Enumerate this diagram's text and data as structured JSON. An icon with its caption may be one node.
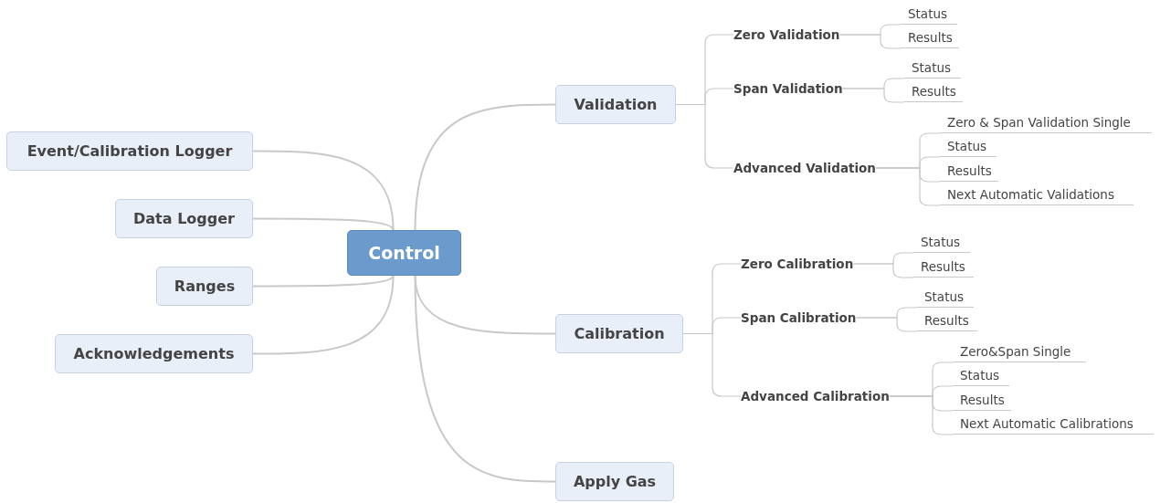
{
  "diagram": {
    "nodes": [
      {
        "text": [
          "Control"
        ]
      },
      {
        "text": [
          "Validation"
        ]
      },
      {
        "text": [
          "Zero Validation"
        ]
      },
      {
        "text": [
          "Status"
        ]
      },
      {
        "text": [
          "Results"
        ]
      },
      {
        "text": [
          "Span Validation"
        ]
      },
      {
        "text": [
          "Status"
        ]
      },
      {
        "text": [
          "Results"
        ]
      },
      {
        "text": [
          "Advanced Validation"
        ]
      },
      {
        "text": [
          "Zero & Span Validation Single"
        ]
      },
      {
        "text": [
          "Status"
        ]
      },
      {
        "text": [
          "Results"
        ]
      },
      {
        "text": [
          "Next Automatic Validations"
        ]
      },
      {
        "text": [
          "Calibration"
        ]
      },
      {
        "text": [
          "Zero Calibration"
        ]
      },
      {
        "text": [
          "Status"
        ]
      },
      {
        "text": [
          "Results"
        ]
      },
      {
        "text": [
          "Span Calibration"
        ]
      },
      {
        "text": [
          "Status"
        ]
      },
      {
        "text": [
          "Results"
        ]
      },
      {
        "text": [
          "Advanced Calibration"
        ]
      },
      {
        "text": [
          "Zero&Span Single"
        ]
      },
      {
        "text": [
          "Status"
        ]
      },
      {
        "text": [
          "Results"
        ]
      },
      {
        "text": [
          "Next Automatic Calibrations"
        ]
      },
      {
        "text": [
          "Apply Gas"
        ]
      },
      {
        "text": [
          "Event/Calibration Logger"
        ]
      },
      {
        "text": [
          "Data Logger"
        ]
      },
      {
        "text": [
          "Ranges"
        ]
      },
      {
        "text": [
          "Acknowledgements"
        ]
      }
    ],
    "edges": [
      {
        "from": 0,
        "to": 1,
        "arrow": "none"
      },
      {
        "from": 0,
        "to": 13,
        "arrow": "none"
      },
      {
        "from": 0,
        "to": 25,
        "arrow": "none"
      },
      {
        "from": 0,
        "to": 26,
        "arrow": "none"
      },
      {
        "from": 0,
        "to": 27,
        "arrow": "none"
      },
      {
        "from": 0,
        "to": 28,
        "arrow": "none"
      },
      {
        "from": 0,
        "to": 29,
        "arrow": "none"
      },
      {
        "from": 1,
        "to": 2,
        "arrow": "none"
      },
      {
        "from": 1,
        "to": 5,
        "arrow": "none"
      },
      {
        "from": 1,
        "to": 8,
        "arrow": "none"
      },
      {
        "from": 2,
        "to": 3,
        "arrow": "none"
      },
      {
        "from": 2,
        "to": 4,
        "arrow": "none"
      },
      {
        "from": 5,
        "to": 6,
        "arrow": "none"
      },
      {
        "from": 5,
        "to": 7,
        "arrow": "none"
      },
      {
        "from": 8,
        "to": 9,
        "arrow": "none"
      },
      {
        "from": 8,
        "to": 10,
        "arrow": "none"
      },
      {
        "from": 8,
        "to": 11,
        "arrow": "none"
      },
      {
        "from": 8,
        "to": 12,
        "arrow": "none"
      },
      {
        "from": 13,
        "to": 14,
        "arrow": "none"
      },
      {
        "from": 13,
        "to": 17,
        "arrow": "none"
      },
      {
        "from": 13,
        "to": 20,
        "arrow": "none"
      },
      {
        "from": 14,
        "to": 15,
        "arrow": "none"
      },
      {
        "from": 14,
        "to": 16,
        "arrow": "none"
      },
      {
        "from": 17,
        "to": 18,
        "arrow": "none"
      },
      {
        "from": 17,
        "to": 19,
        "arrow": "none"
      },
      {
        "from": 20,
        "to": 21,
        "arrow": "none"
      },
      {
        "from": 20,
        "to": 22,
        "arrow": "none"
      },
      {
        "from": 20,
        "to": 23,
        "arrow": "none"
      },
      {
        "from": 20,
        "to": 24,
        "arrow": "none"
      }
    ]
  }
}
